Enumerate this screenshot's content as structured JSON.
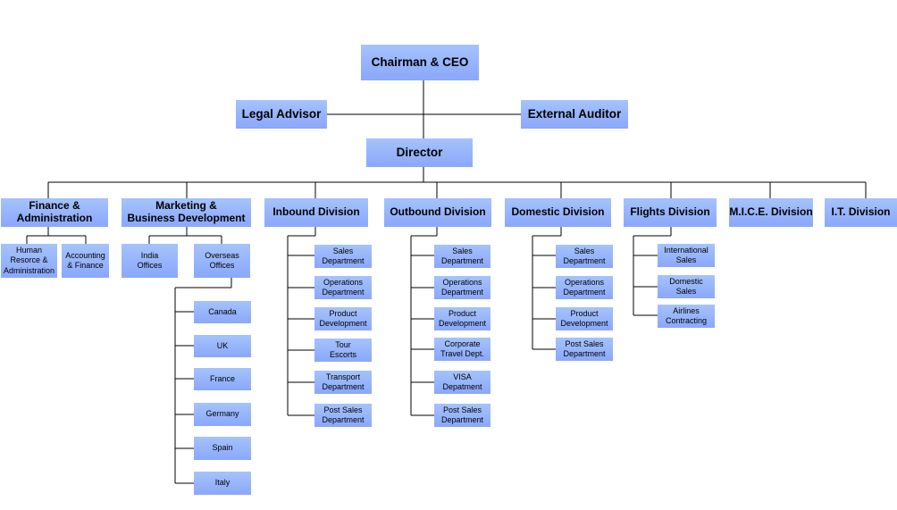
{
  "org_chart": {
    "top": {
      "ceo": "Chairman & CEO",
      "legal": "Legal Advisor",
      "auditor": "External Auditor",
      "director": "Director"
    },
    "divisions": {
      "finance": {
        "name": "Finance &\nAdministration",
        "items": [
          "Human\nResorce &\nAdministration",
          "Accounting\n& Finance"
        ]
      },
      "marketing": {
        "name": "Marketing &\nBusiness Development",
        "items": [
          "India\nOffices",
          "Overseas\nOffices"
        ],
        "overseas": [
          "Canada",
          "UK",
          "France",
          "Germany",
          "Spain",
          "Italy"
        ]
      },
      "inbound": {
        "name": "Inbound Division",
        "items": [
          "Sales\nDepartment",
          "Operations\nDepartment",
          "Product\nDevelopment",
          "Tour\nEscorts",
          "Transport\nDepartment",
          "Post Sales\nDepartment"
        ]
      },
      "outbound": {
        "name": "Outbound Division",
        "items": [
          "Sales\nDepartment",
          "Operations\nDepartment",
          "Product\nDevelopment",
          "Corporate\nTravel Dept.",
          "VISA\nDepatment",
          "Post Sales\nDepartment"
        ]
      },
      "domestic": {
        "name": "Domestic Division",
        "items": [
          "Sales\nDepartment",
          "Operations\nDepartment",
          "Product\nDevelopment",
          "Post Sales\nDepartment"
        ]
      },
      "flights": {
        "name": "Flights  Division",
        "items": [
          "International\nSales",
          "Domestic\nSales",
          "Airlines\nContracting"
        ]
      },
      "mice": {
        "name": "M.I.C.E. Division"
      },
      "it": {
        "name": "I.T. Division"
      }
    },
    "colors": {
      "box_top": "#a5c3fb",
      "box_bottom": "#8aa7fb",
      "line": "#000000"
    }
  }
}
